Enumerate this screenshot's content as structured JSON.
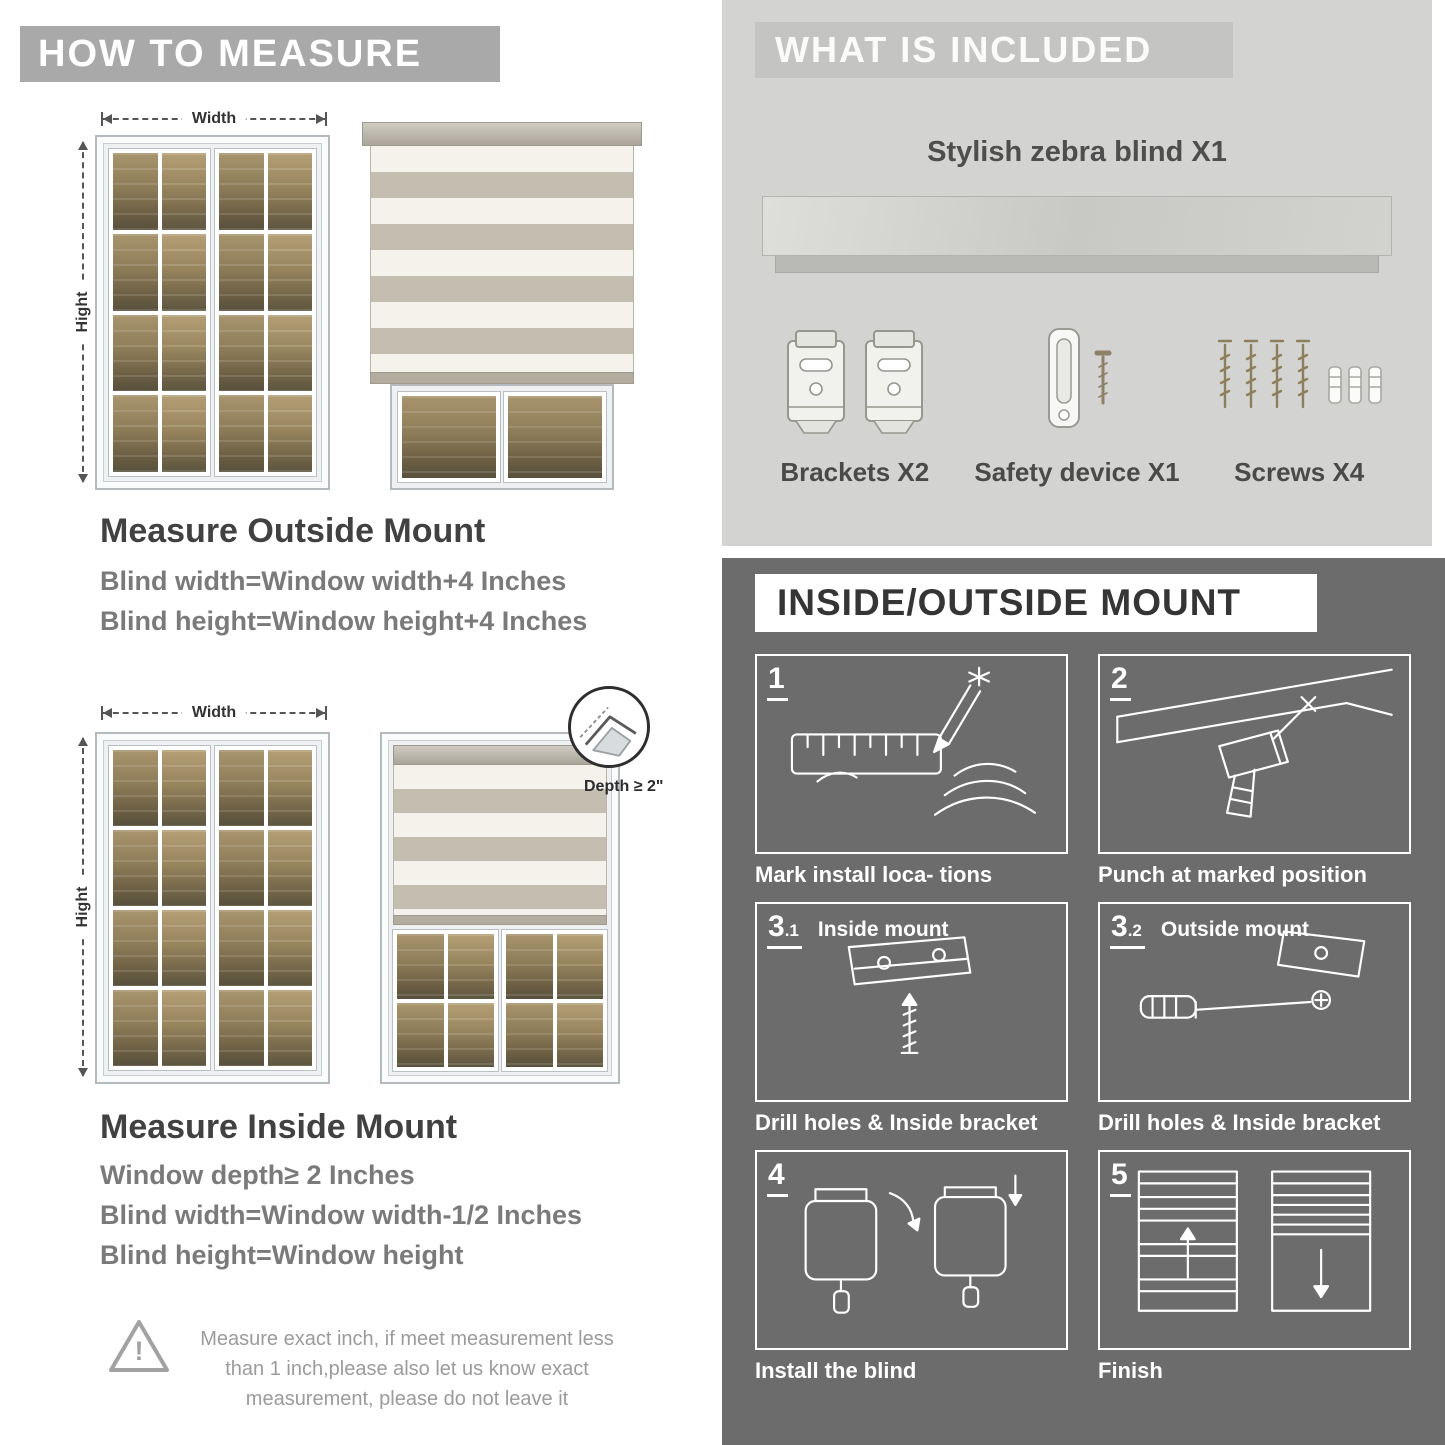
{
  "colors": {
    "banner_gray": "#a9a9a9",
    "included_bg": "#d3d3d1",
    "included_band": "#c4c4c2",
    "mount_bg": "#6c6c6c",
    "heading_text": "#414141",
    "body_text": "#7a7a7a"
  },
  "left": {
    "banner": "HOW TO MEASURE",
    "outside": {
      "width_label": "Width",
      "height_label": "Hight",
      "title": "Measure Outside Mount",
      "lines": [
        "Blind width=Window width+4 Inches",
        "Blind height=Window height+4 Inches"
      ]
    },
    "inside": {
      "width_label": "Width",
      "height_label": "Hight",
      "depth_label": "Depth ≥ 2\"",
      "title": "Measure Inside Mount",
      "lines": [
        "Window depth≥ 2 Inches",
        "Blind width=Window width-1/2 Inches",
        "Blind height=Window height"
      ]
    },
    "warning": {
      "glyph": "!",
      "text": "Measure exact inch, if meet measurement less\nthan 1 inch,please also let us know exact\nmeasurement, please do not leave it"
    }
  },
  "right": {
    "included": {
      "header": "WHAT IS INCLUDED",
      "product_label": "Stylish zebra blind X1",
      "items": [
        {
          "icon": "brackets-icon",
          "label": "Brackets X2"
        },
        {
          "icon": "safety-device-icon",
          "label": "Safety device X1"
        },
        {
          "icon": "screws-icon",
          "label": "Screws X4"
        }
      ]
    },
    "mount": {
      "header": "INSIDE/OUTSIDE MOUNT",
      "steps": [
        {
          "num": "1",
          "sub": "",
          "tag": "",
          "caption": "Mark install loca- tions"
        },
        {
          "num": "2",
          "sub": "",
          "tag": "",
          "caption": "Punch at  marked position"
        },
        {
          "num": "3",
          "sub": ".1",
          "tag": "Inside mount",
          "caption": "Drill holes &  Inside bracket"
        },
        {
          "num": "3",
          "sub": ".2",
          "tag": "Outside mount",
          "caption": "Drill holes &  Inside bracket"
        },
        {
          "num": "4",
          "sub": "",
          "tag": "",
          "caption": "Install the blind"
        },
        {
          "num": "5",
          "sub": "",
          "tag": "",
          "caption": "Finish"
        }
      ]
    }
  }
}
